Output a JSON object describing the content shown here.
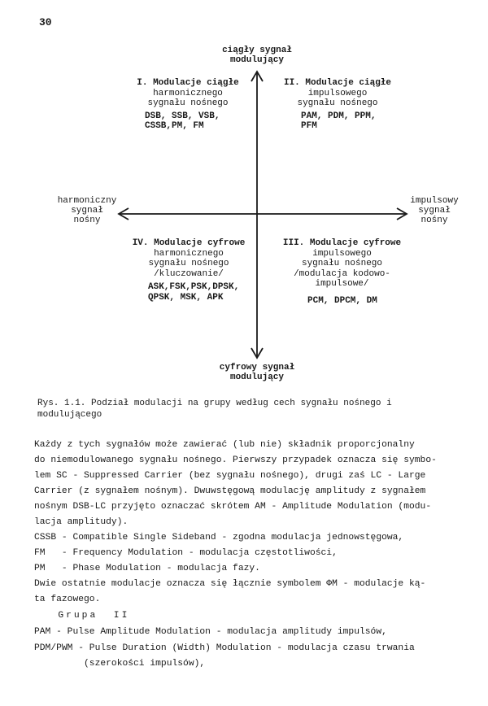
{
  "page_number": "30",
  "diagram": {
    "top_label": [
      "ciągły sygnał",
      "modulujący"
    ],
    "bottom_label": [
      "cyfrowy sygnał",
      "modulujący"
    ],
    "left_label": [
      "harmoniczny",
      "sygnał",
      "nośny"
    ],
    "right_label": [
      "impulsowy",
      "sygnał",
      "nośny"
    ],
    "quadrants": {
      "q1": {
        "title": [
          "I. Modulacje ciągłe",
          "harmonicznego",
          "sygnału nośnego"
        ],
        "items": [
          "DSB, SSB, VSB,",
          "CSSB,PM, FM"
        ]
      },
      "q2": {
        "title": [
          "II. Modulacje ciągłe",
          "impulsowego",
          "sygnału nośnego"
        ],
        "items": [
          "PAM, PDM, PPM,",
          "PFM"
        ]
      },
      "q3": {
        "title": [
          "IV. Modulacje cyfrowe",
          "harmonicznego",
          "sygnału nośnego",
          "/kluczowanie/"
        ],
        "items": [
          "ASK,FSK,PSK,DPSK,",
          "QPSK, MSK, APK"
        ]
      },
      "q4": {
        "title": [
          "III. Modulacje cyfrowe",
          "impulsowego",
          "sygnału nośnego",
          "/modulacja kodowo-",
          "impulsowe/"
        ],
        "items": [
          "PCM, DPCM, DM"
        ]
      }
    }
  },
  "caption": "Rys. 1.1. Podział modulacji na grupy według cech sygnału nośnego i modulującego",
  "body_lines": [
    "Każdy z tych sygnałów może zawierać (lub nie) składnik proporcjonalny",
    "do niemodulowanego sygnału nośnego. Pierwszy przypadek oznacza się symbo-",
    "lem SC - Suppressed Carrier (bez sygnału nośnego), drugi zaś LC - Large",
    "Carrier (z sygnałem nośnym). Dwuwstęgową modulację amplitudy z sygnałem",
    "nośnym DSB-LC przyjęto oznaczać skrótem AM - Amplitude Modulation (modu-",
    "lacja amplitudy).",
    "CSSB - Compatible Single Sideband - zgodna modulacja jednowstęgowa,",
    "FM   - Frequency Modulation - modulacja częstotliwości,",
    "PM   - Phase Modulation - modulacja fazy.",
    "Dwie ostatnie modulacje oznacza się łącznie symbolem ΦM - modulacje ką-",
    "ta fazowego.",
    "   Grupa  II",
    "PAM - Pulse Amplitude Modulation - modulacja amplitudy impulsów,",
    "PDM/PWM - Pulse Duration (Width) Modulation - modulacja czasu trwania",
    "         (szerokości impulsów),"
  ]
}
